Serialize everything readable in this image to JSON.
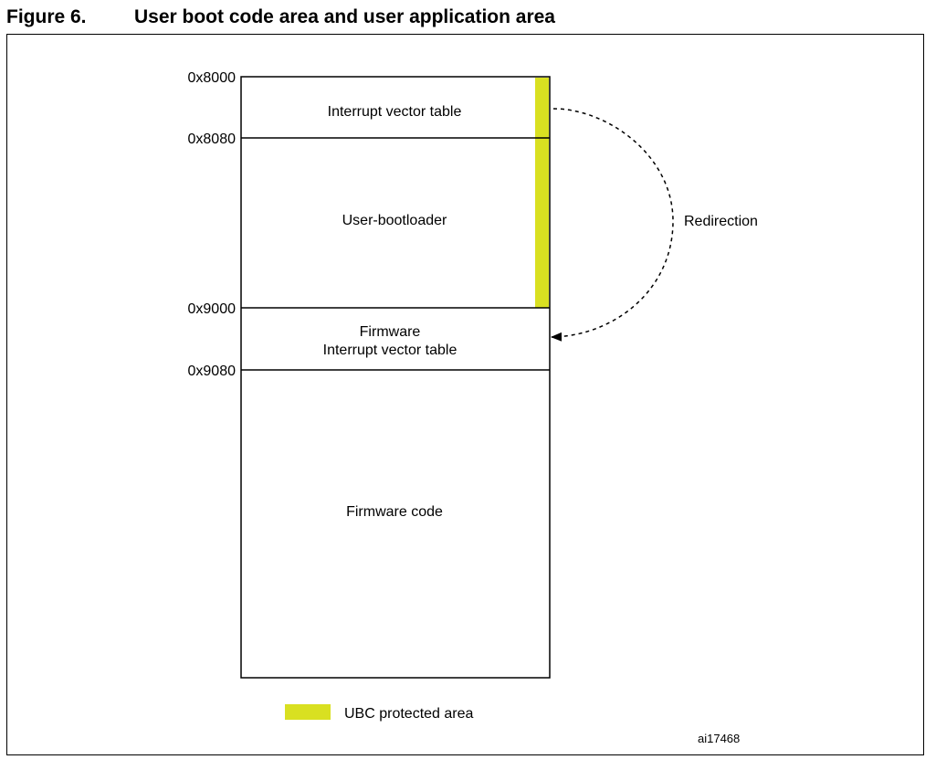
{
  "figure": {
    "number": "Figure 6.",
    "title": "User boot code area and user application area"
  },
  "addresses": [
    "0x8000",
    "0x8080",
    "0x9000",
    "0x9080"
  ],
  "regions": {
    "interrupt_vector_table": "Interrupt vector table",
    "user_bootloader": "User-bootloader",
    "firmware_ivt_line1": "Firmware",
    "firmware_ivt_line2": "Interrupt vector table",
    "firmware_code": "Firmware code"
  },
  "redirection_label": "Redirection",
  "legend": {
    "label": "UBC protected area",
    "color": "#d9e021"
  },
  "reference_id": "ai17468"
}
